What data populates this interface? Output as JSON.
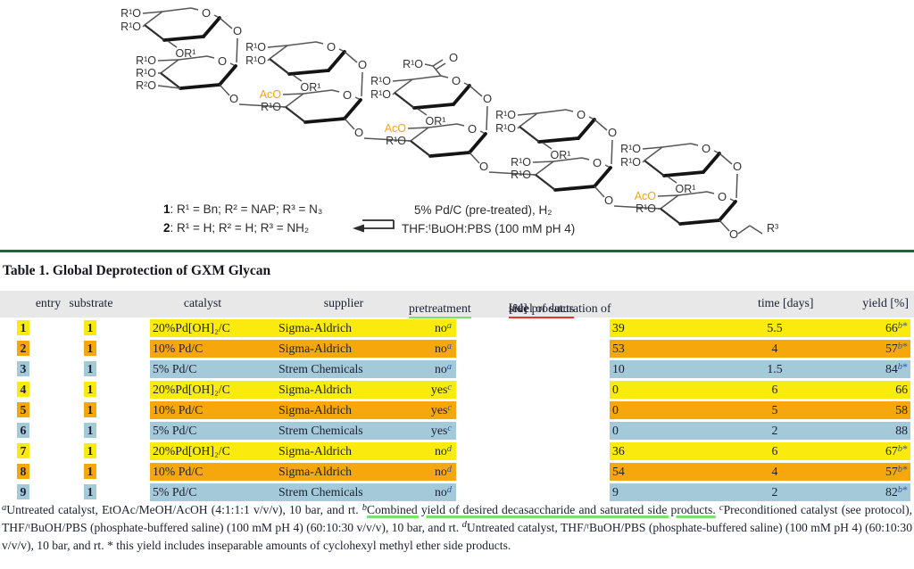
{
  "colors": {
    "yellow": "#FBEA0E",
    "orange": "#F6A70B",
    "blue": "#A4C9D8",
    "divider_green": "#24613C",
    "underline_green": "#7CE070",
    "underline_red": "#E8342C",
    "footnote_ref_blue": "#2B57A8",
    "aco_orange": "#F5A31B",
    "header_gray": "#E8E8E8"
  },
  "scheme": {
    "labels": {
      "r1o": "R¹O",
      "or1": "OR¹",
      "r2o": "R²O",
      "aco": "AcO",
      "o": "O",
      "r3": "R³",
      "ester_o": "O"
    },
    "units": [
      {
        "top": "xyl",
        "man": [
          "R¹O",
          "R¹O",
          "R²O"
        ]
      },
      {
        "top": "xyl",
        "man": [
          "AcO",
          "R¹O"
        ]
      },
      {
        "top": "glca",
        "man": [
          "AcO",
          "R¹O"
        ]
      },
      {
        "top": "xyl",
        "man": [
          "R¹O",
          "R¹O"
        ]
      },
      {
        "top": "xyl",
        "man": [
          "AcO",
          "R¹O"
        ],
        "end": true
      }
    ],
    "legend1_num": "1",
    "legend1_rest": ": R¹ = Bn; R² = NAP; R³ = N₃",
    "legend2_num": "2",
    "legend2_rest": ": R¹ = H;  R² = H; R³ = NH₂",
    "conditions_line1": "5% Pd/C (pre-treated), H₂",
    "conditions_line2": "THF:ᵗBuOH:PBS (100 mM pH 4)"
  },
  "table": {
    "title": "Table 1. Global Deprotection of GXM Glycan",
    "headers": {
      "entry": "entry",
      "substrate": "substrate",
      "catalyst": "catalyst",
      "supplier": "supplier",
      "pretreatment": "pretreatment",
      "saturation_prefix": "level of saturation of ",
      "saturation_underlined": "side products",
      "saturation_suffix": " [%]",
      "time": "time [days]",
      "yield": "yield [%]"
    },
    "rows": [
      {
        "entry": "1",
        "substrate": "1",
        "catalyst": "20%Pd[OH]₂/C",
        "supplier": "Sigma-Aldrich",
        "pretreatment": "no",
        "pretreatment_sup": "a",
        "saturation": "39",
        "time": "5.5",
        "yield": "66",
        "yield_sup": "b",
        "yield_star": "*",
        "color": "#FBEA0E"
      },
      {
        "entry": "2",
        "substrate": "1",
        "catalyst": "10% Pd/C",
        "supplier": "Sigma-Aldrich",
        "pretreatment": "no",
        "pretreatment_sup": "a",
        "saturation": "53",
        "time": "4",
        "yield": "57",
        "yield_sup": "b",
        "yield_star": "*",
        "color": "#F6A70B"
      },
      {
        "entry": "3",
        "substrate": "1",
        "catalyst": "5% Pd/C",
        "supplier": "Strem Chemicals",
        "pretreatment": "no",
        "pretreatment_sup": "a",
        "saturation": "10",
        "time": "1.5",
        "yield": "84",
        "yield_sup": "b",
        "yield_star": "*",
        "color": "#A4C9D8"
      },
      {
        "entry": "4",
        "substrate": "1",
        "catalyst": "20%Pd[OH]₂/C",
        "supplier": "Sigma-Aldrich",
        "pretreatment": "yes",
        "pretreatment_sup": "c",
        "saturation": "0",
        "time": "6",
        "yield": "66",
        "yield_sup": "",
        "yield_star": "",
        "color": "#FBEA0E"
      },
      {
        "entry": "5",
        "substrate": "1",
        "catalyst": "10% Pd/C",
        "supplier": "Sigma-Aldrich",
        "pretreatment": "yes",
        "pretreatment_sup": "c",
        "saturation": "0",
        "time": "5",
        "yield": "58",
        "yield_sup": "",
        "yield_star": "",
        "color": "#F6A70B"
      },
      {
        "entry": "6",
        "substrate": "1",
        "catalyst": "5% Pd/C",
        "supplier": "Strem Chemicals",
        "pretreatment": "yes",
        "pretreatment_sup": "c",
        "saturation": "0",
        "time": "2",
        "yield": "88",
        "yield_sup": "",
        "yield_star": "",
        "color": "#A4C9D8"
      },
      {
        "entry": "7",
        "substrate": "1",
        "catalyst": "20%Pd[OH]₂/C",
        "supplier": "Sigma-Aldrich",
        "pretreatment": "no",
        "pretreatment_sup": "d",
        "saturation": "36",
        "time": "6",
        "yield": "67",
        "yield_sup": "b",
        "yield_star": "*",
        "color": "#FBEA0E"
      },
      {
        "entry": "8",
        "substrate": "1",
        "catalyst": "10% Pd/C",
        "supplier": "Sigma-Aldrich",
        "pretreatment": "no",
        "pretreatment_sup": "d",
        "saturation": "54",
        "time": "4",
        "yield": "57",
        "yield_sup": "b",
        "yield_star": "*",
        "color": "#F6A70B"
      },
      {
        "entry": "9",
        "substrate": "1",
        "catalyst": "5% Pd/C",
        "supplier": "Strem Chemicals",
        "pretreatment": "no",
        "pretreatment_sup": "d",
        "saturation": "9",
        "time": "2",
        "yield": "82",
        "yield_sup": "b",
        "yield_star": "*",
        "color": "#A4C9D8"
      }
    ]
  },
  "footnotes": {
    "segments": [
      {
        "text": "a"
      },
      {
        "text": "Untreated catalyst, EtOAc/MeOH/AcOH (4:1:1:1 v/v/v), 10 bar, and rt. "
      },
      {
        "text": "b"
      },
      {
        "text": "Combined yield of desired decasaccharide and saturated side products."
      },
      {
        "text": " "
      },
      {
        "text": "c"
      },
      {
        "text": "Preconditioned catalyst (see protocol), THF/ᵗBuOH/PBS (phosphate-buffered saline) (100 mM pH 4) (60:10:30 v/v/v), 10 bar, and rt. "
      },
      {
        "text": "d"
      },
      {
        "text": "Untreated catalyst, THF/ᵗBuOH/PBS (phosphate-buffered saline) (100 mM pH 4) (60:10:30 v/v/v), 10 bar, and rt. * this yield includes inseparable amounts of cyclohexyl methyl ether side products."
      }
    ]
  }
}
